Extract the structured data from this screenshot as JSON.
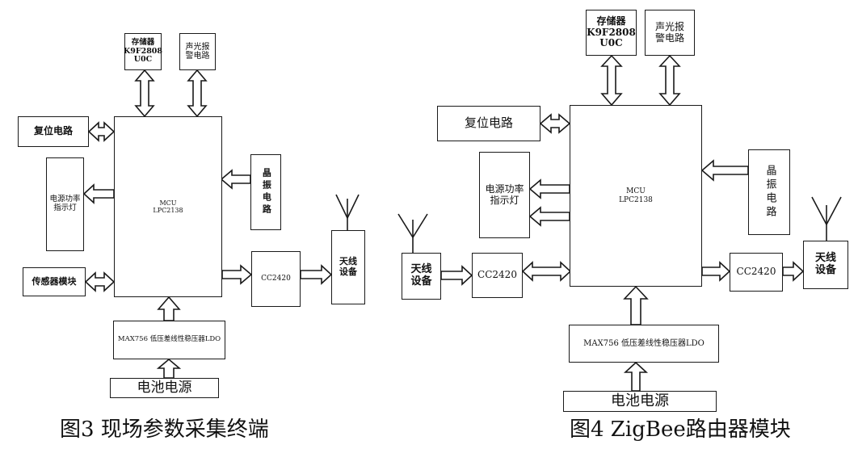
{
  "fig3": {
    "memory": "存储器\nK9F2808\nU0C",
    "alarm": "声光报\n警电路",
    "reset": "复位电路",
    "power_led": "电源功率\n指示灯",
    "sensor": "传感器模块",
    "mcu": "MCU\nLPC2138",
    "crystal": "晶振电路",
    "rf": "CC2420",
    "antenna": "天线\n设备",
    "ldo": "MAX756 低压差线性稳压器LDO",
    "battery": "电池电源",
    "caption": "图3 现场参数采集终端"
  },
  "fig4": {
    "memory": "存储器\nK9F2808\nU0C",
    "alarm": "声光报\n警电路",
    "reset": "复位电路",
    "power_led": "电源功率\n指示灯",
    "mcu": "MCU\nLPC2138",
    "crystal": "晶振电路",
    "rf_left": "CC2420",
    "antenna_left": "天线\n设备",
    "rf_right": "CC2420",
    "antenna_right": "天线\n设备",
    "ldo": "MAX756 低压差线性稳压器LDO",
    "battery": "电池电源",
    "caption": "图4 ZigBee路由器模块"
  }
}
